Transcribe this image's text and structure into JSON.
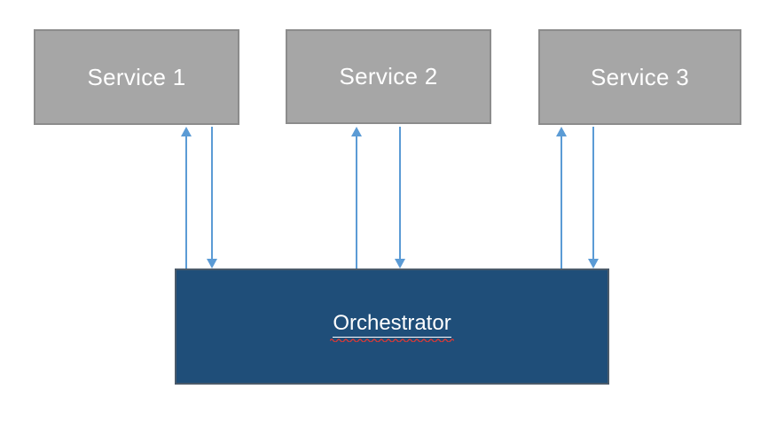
{
  "diagram": {
    "nodes": [
      {
        "id": "service1",
        "label": "Service 1",
        "type": "service"
      },
      {
        "id": "service2",
        "label": "Service 2",
        "type": "service"
      },
      {
        "id": "service3",
        "label": "Service 3",
        "type": "service"
      },
      {
        "id": "orchestrator",
        "label": "Orchestrator",
        "type": "orchestrator",
        "decoration": "underline-with-red-spellcheck-squiggle"
      }
    ],
    "edges": [
      {
        "from": "orchestrator",
        "to": "service1",
        "direction": "up"
      },
      {
        "from": "service1",
        "to": "orchestrator",
        "direction": "down"
      },
      {
        "from": "orchestrator",
        "to": "service2",
        "direction": "up"
      },
      {
        "from": "service2",
        "to": "orchestrator",
        "direction": "down"
      },
      {
        "from": "orchestrator",
        "to": "service3",
        "direction": "up"
      },
      {
        "from": "service3",
        "to": "orchestrator",
        "direction": "down"
      }
    ],
    "colors": {
      "service_fill": "#a6a6a6",
      "service_border": "#8c8c8c",
      "orchestrator_fill": "#1f4e79",
      "orchestrator_border": "#4a5a6a",
      "arrow": "#5b9bd5",
      "label_text": "#ffffff",
      "spellcheck_squiggle": "#cc3b3b",
      "background": "#ffffff"
    }
  }
}
